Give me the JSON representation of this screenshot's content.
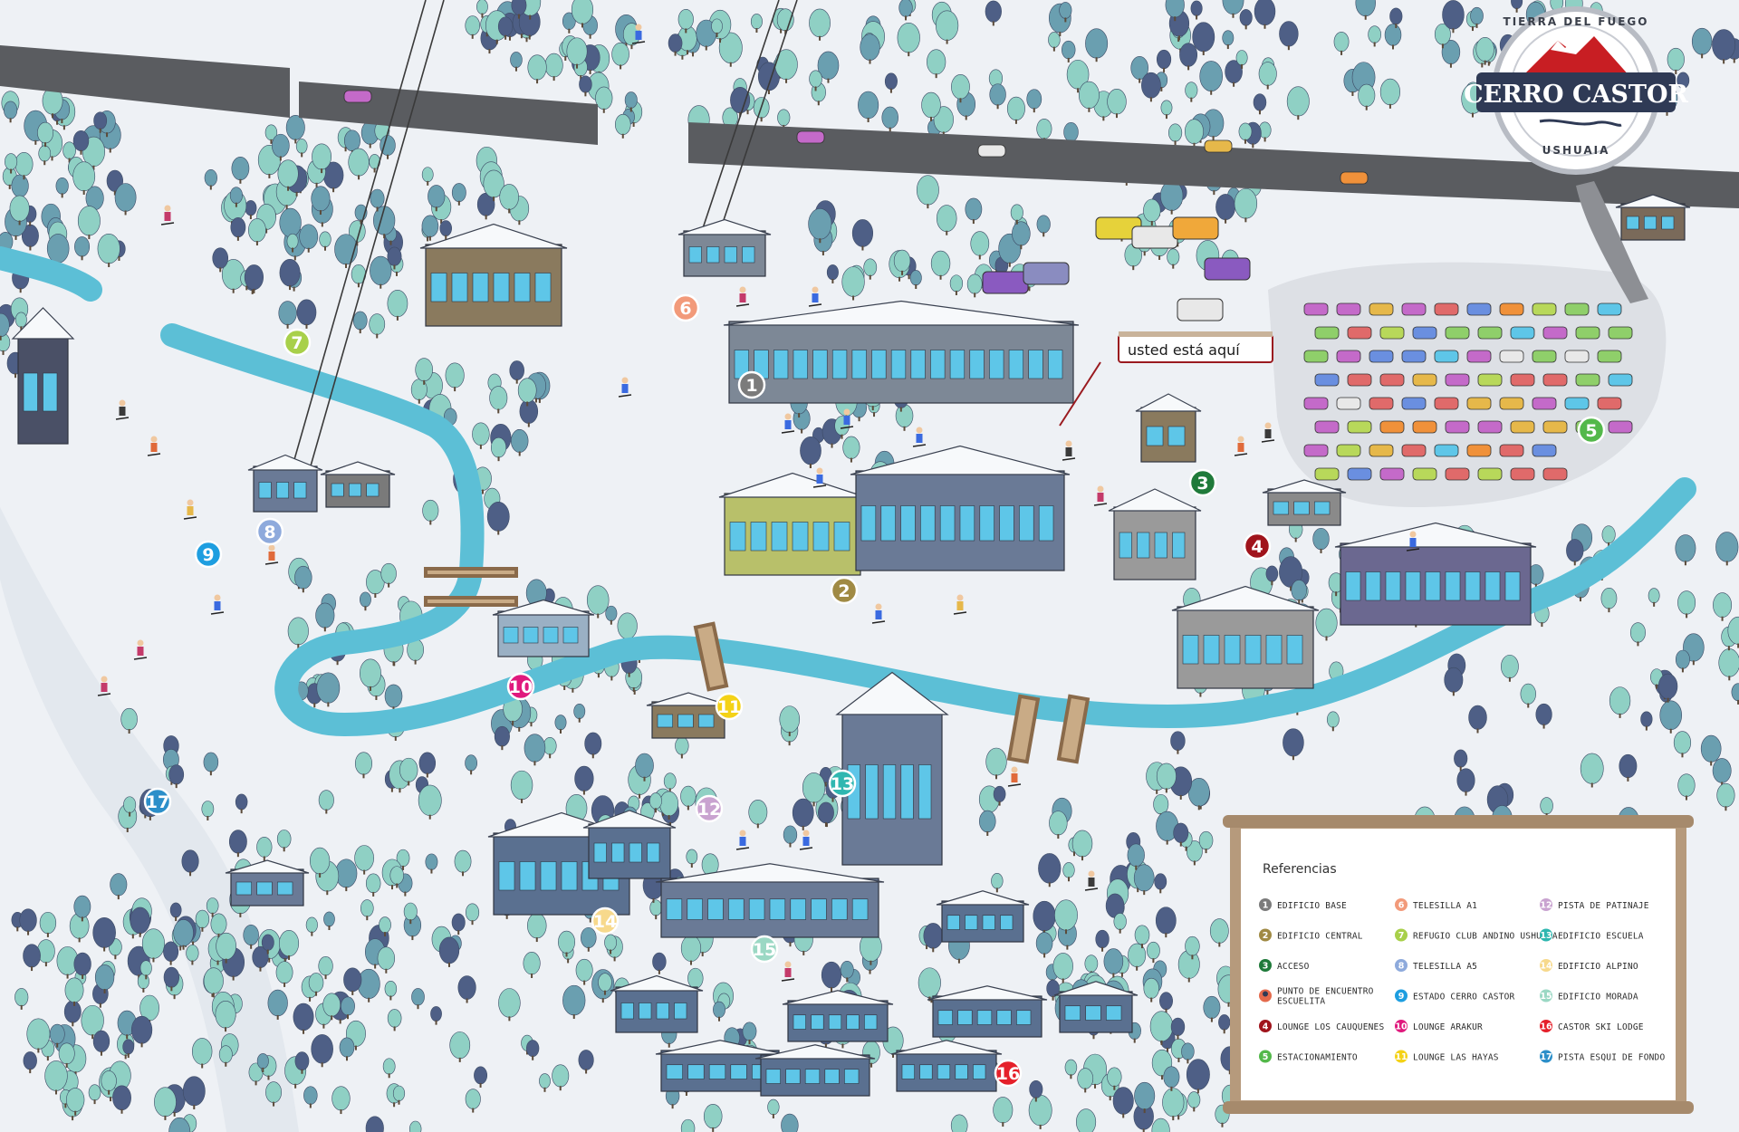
{
  "logo": {
    "name": "CERRO CASTOR",
    "arc_top": "TIERRA DEL FUEGO",
    "arc_bottom": "USHUAIA",
    "colors": {
      "ring": "#b8bcc4",
      "red": "#c81e23",
      "navy": "#2f3a55"
    }
  },
  "you_are_here": "usted está aquí",
  "colors": {
    "snow": "#eef1f5",
    "river": "#5cbfd6",
    "road": "#5a5c60",
    "frame": "#b69a7c",
    "tree_light": "#8fd0c4",
    "tree_dark": "#4e5f86"
  },
  "markers": [
    {
      "n": "1",
      "color": "#7b7b7b"
    },
    {
      "n": "2",
      "color": "#a08a44"
    },
    {
      "n": "3",
      "color": "#1f7a3a"
    },
    {
      "n": "4",
      "color": "#a0141c"
    },
    {
      "n": "5",
      "color": "#53b84a"
    },
    {
      "n": "6",
      "color": "#f29a7a"
    },
    {
      "n": "7",
      "color": "#a8d04a"
    },
    {
      "n": "8",
      "color": "#8eaadc"
    },
    {
      "n": "9",
      "color": "#1e9ee0"
    },
    {
      "n": "10",
      "color": "#e0197d"
    },
    {
      "n": "11",
      "color": "#f4d217"
    },
    {
      "n": "12",
      "color": "#c9a3d0"
    },
    {
      "n": "13",
      "color": "#2fb7b0"
    },
    {
      "n": "14",
      "color": "#f7d98c"
    },
    {
      "n": "15",
      "color": "#9bd8c4"
    },
    {
      "n": "16",
      "color": "#e5202a"
    },
    {
      "n": "17",
      "color": "#2c8fc9"
    }
  ],
  "legend": {
    "title": "Referencias",
    "items": [
      {
        "n": "1",
        "label": "EDIFICIO BASE",
        "color": "#7b7b7b"
      },
      {
        "n": "2",
        "label": "EDIFICIO CENTRAL",
        "color": "#a08a44"
      },
      {
        "n": "3",
        "label": "ACCESO",
        "color": "#1f7a3a"
      },
      {
        "n": "",
        "icon": "meeting-point-icon",
        "label": "PUNTO DE ENCUENTRO",
        "label2": "ESCUELITA",
        "color": "#e46a4c"
      },
      {
        "n": "4",
        "label": "LOUNGE LOS CAUQUENES",
        "color": "#a0141c"
      },
      {
        "n": "5",
        "label": "ESTACIONAMIENTO",
        "color": "#53b84a"
      },
      {
        "n": "6",
        "label": "TELESILLA A1",
        "color": "#f29a7a"
      },
      {
        "n": "7",
        "label": "REFUGIO CLUB ANDINO USHUAIA",
        "color": "#a8d04a"
      },
      {
        "n": "8",
        "label": "TELESILLA A5",
        "color": "#8eaadc"
      },
      {
        "n": "9",
        "label": "ESTADO CERRO CASTOR",
        "color": "#1e9ee0"
      },
      {
        "n": "10",
        "label": "LOUNGE ARAKUR",
        "color": "#e0197d"
      },
      {
        "n": "11",
        "label": "LOUNGE LAS HAYAS",
        "color": "#f4d217"
      },
      {
        "n": "12",
        "label": "PISTA DE PATINAJE",
        "color": "#c9a3d0"
      },
      {
        "n": "13",
        "label": "EDIFICIO ESCUELA",
        "color": "#2fb7b0"
      },
      {
        "n": "14",
        "label": "EDIFICIO ALPINO",
        "color": "#f7d98c"
      },
      {
        "n": "15",
        "label": "EDIFICIO MORADA",
        "color": "#9bd8c4"
      },
      {
        "n": "16",
        "label": "CASTOR SKI LODGE",
        "color": "#e5202a"
      },
      {
        "n": "17",
        "label": "PISTA ESQUI DE FONDO",
        "color": "#2c8fc9"
      }
    ]
  }
}
